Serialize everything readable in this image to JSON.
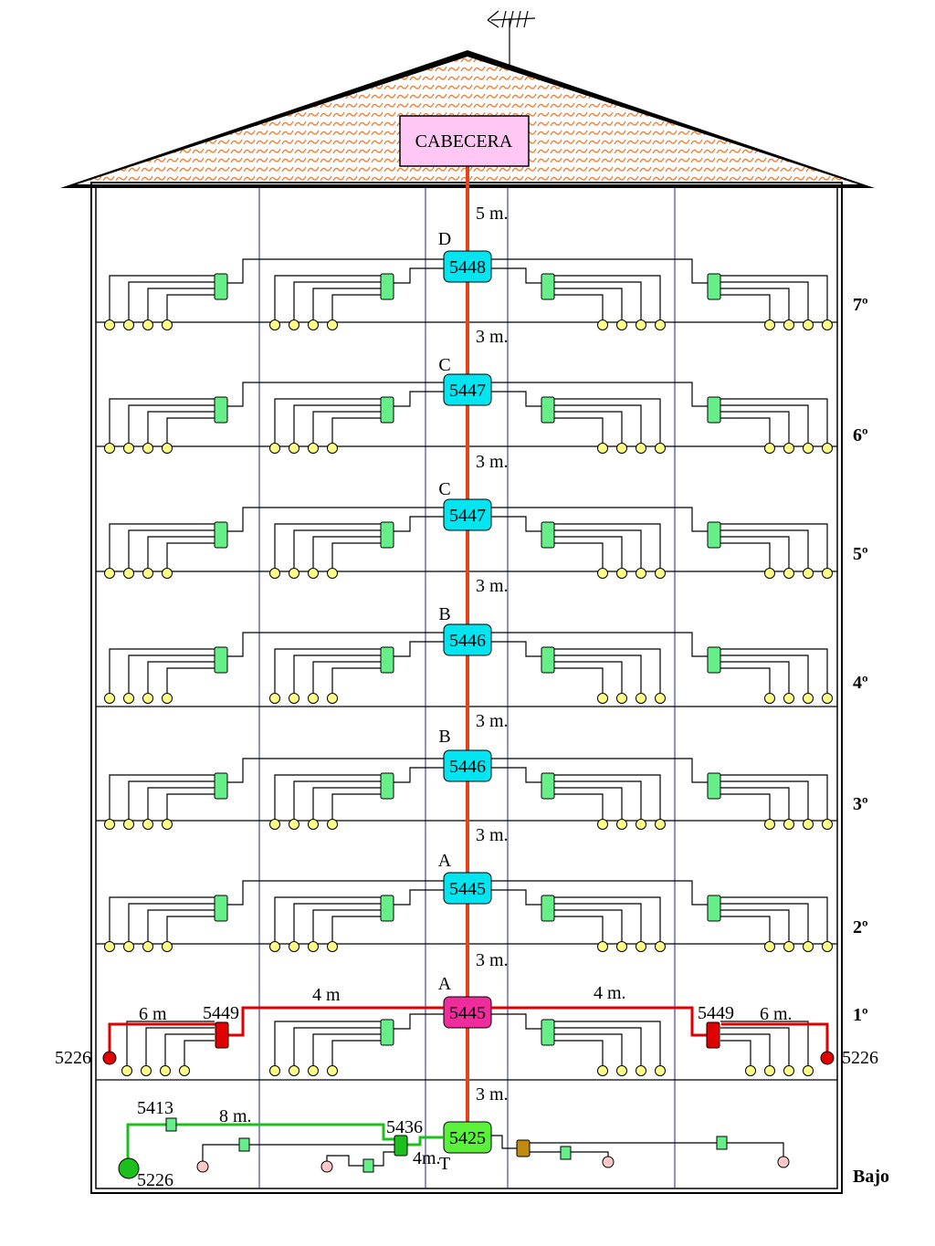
{
  "header": {
    "label": "CABECERA"
  },
  "colors": {
    "riser": "#e8401c",
    "tap": "#00e5f0",
    "tap_first": "#ee2c9c",
    "tap_ground": "#5af03c",
    "splitter": "#66ee88",
    "outlet": "#ffff88",
    "red_line": "#e00000",
    "green_line": "#1cc01c",
    "roof_pattern": "#f07a30",
    "header_box": "#ffc8f4",
    "grid_line": "#2020a0"
  },
  "floors": [
    {
      "name": "7º",
      "tap_code": "5448",
      "tap_type": "D",
      "riser_len": "5 m."
    },
    {
      "name": "6º",
      "tap_code": "5447",
      "tap_type": "C",
      "riser_len": "3 m."
    },
    {
      "name": "5º",
      "tap_code": "5447",
      "tap_type": "C",
      "riser_len": "3 m."
    },
    {
      "name": "4º",
      "tap_code": "5446",
      "tap_type": "B",
      "riser_len": "3 m."
    },
    {
      "name": "3º",
      "tap_code": "5446",
      "tap_type": "B",
      "riser_len": "3 m."
    },
    {
      "name": "2º",
      "tap_code": "5445",
      "tap_type": "A",
      "riser_len": "3 m."
    },
    {
      "name": "1º",
      "tap_code": "5445",
      "tap_type": "A",
      "riser_len": "3 m."
    },
    {
      "name": "Bajo",
      "tap_code": "5425",
      "tap_type": "T",
      "riser_len": "3 m."
    }
  ],
  "first_floor": {
    "left_len": "4 m",
    "right_len": "4 m.",
    "left_branch": "6 m",
    "right_branch": "6 m.",
    "left_splitter": "5449",
    "right_splitter": "5449",
    "left_outlet": "5226",
    "right_outlet": "5226"
  },
  "ground_floor": {
    "tap_code": "5425",
    "tap_type": "T",
    "splitter_a": "5413",
    "splitter_b": "5436",
    "len_a": "8 m.",
    "len_b": "4m.",
    "outlet": "5226"
  }
}
